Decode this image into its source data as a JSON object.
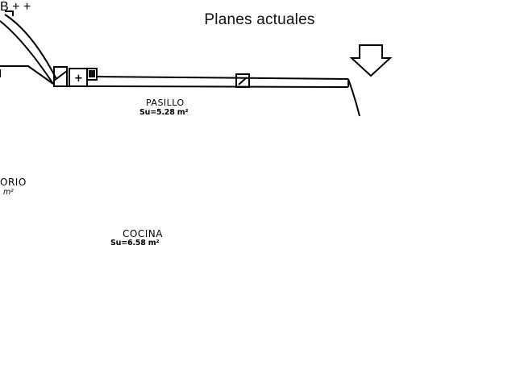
{
  "title": "Planes actuales",
  "rooms": [
    {
      "name": "PASILLO",
      "area": "Su=5.28 m²"
    },
    {
      "name": "COCINA",
      "area": "Su=6.58 m²"
    },
    {
      "name": "ORIO",
      "area": "m²"
    }
  ],
  "section_marker": {
    "label": "B"
  },
  "colors": {
    "line": "#000000",
    "background": "#ffffff"
  }
}
